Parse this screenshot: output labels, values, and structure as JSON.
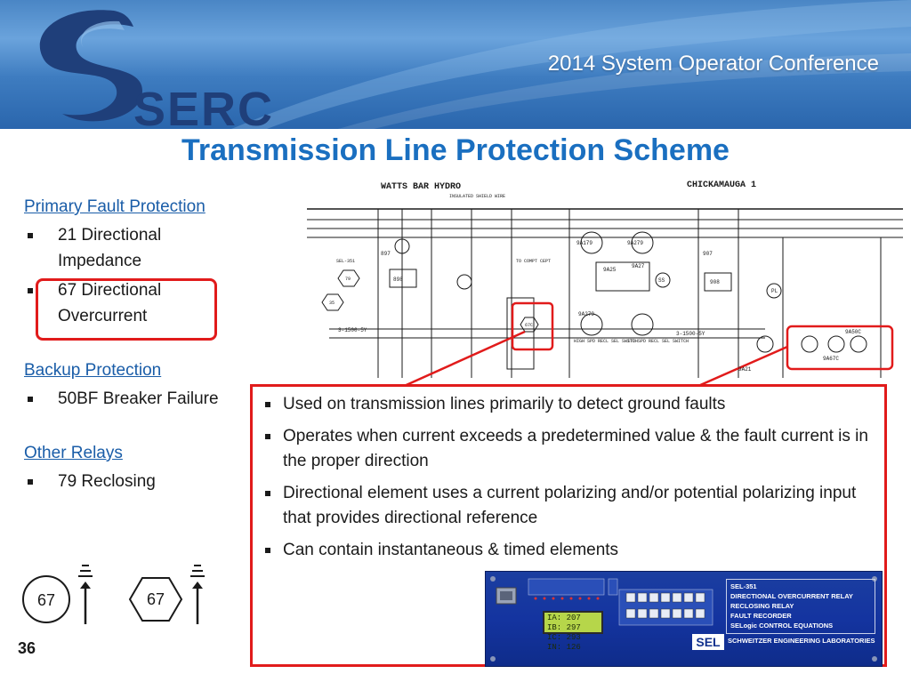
{
  "header": {
    "logo_text": "SERC",
    "conference": "2014 System Operator Conference"
  },
  "slide": {
    "title": "Transmission Line Protection Scheme",
    "page_number": "36"
  },
  "left_column": {
    "primary": {
      "heading": "Primary Fault Protection",
      "items": [
        "21 Directional Impedance",
        "67 Directional Overcurrent"
      ]
    },
    "backup": {
      "heading": "Backup Protection",
      "items": [
        "50BF Breaker Failure"
      ]
    },
    "other": {
      "heading": "Other Relays",
      "items": [
        "79 Reclosing"
      ]
    }
  },
  "symbols": {
    "circle_label": "67",
    "hexagon_label": "67"
  },
  "callout": {
    "bullets": [
      "Used on transmission lines primarily to detect ground faults",
      "Operates when current exceeds a predetermined value & the fault current is in the proper direction",
      "Directional element uses a current polarizing and/or potential polarizing input that provides directional reference",
      "Can contain instantaneous & timed elements"
    ]
  },
  "schematic": {
    "left_station": "WATTS BAR HYDRO",
    "right_station": "CHICKAMAUGA 1",
    "labels": {
      "shield": "INSULATED SHIELD WIRE",
      "comp": "TO COMPT CEPT",
      "l1": "9A179",
      "l2": "9A279",
      "l3": "9A25",
      "l4": "9A27",
      "l5": "SS",
      "l6": "908",
      "l7": "897",
      "l8": "907",
      "l9": "898",
      "l10": "PL",
      "l11": "9A279",
      "l12": "3-1500-5Y",
      "l13": "HIGH SPD RECL SEL SWITCH",
      "l14": "STD SPD RECL SEL SWITCH",
      "l15": "9A50C",
      "l16": "9A67C",
      "l17": "9A21",
      "l18": "3-1500-5Y",
      "l19": "67C",
      "l20": "79",
      "l21": "35",
      "l22": "SEL-351"
    }
  },
  "relay": {
    "panel_lines": [
      "SEL-351",
      "DIRECTIONAL OVERCURRENT RELAY",
      "RECLOSING RELAY",
      "FAULT RECORDER",
      "SELogic CONTROL EQUATIONS"
    ],
    "lcd_line1": "IA: 207  IB: 297",
    "lcd_line2": "IC: 293  IN: 126",
    "logo": "SEL",
    "company": "SCHWEITZER ENGINEERING LABORATORIES"
  },
  "colors": {
    "title": "#1a6fc0",
    "heading_link": "#1a5da8",
    "highlight": "#e11b1b",
    "header_blue": "#3e7cc0",
    "relay_blue": "#1434a0"
  }
}
